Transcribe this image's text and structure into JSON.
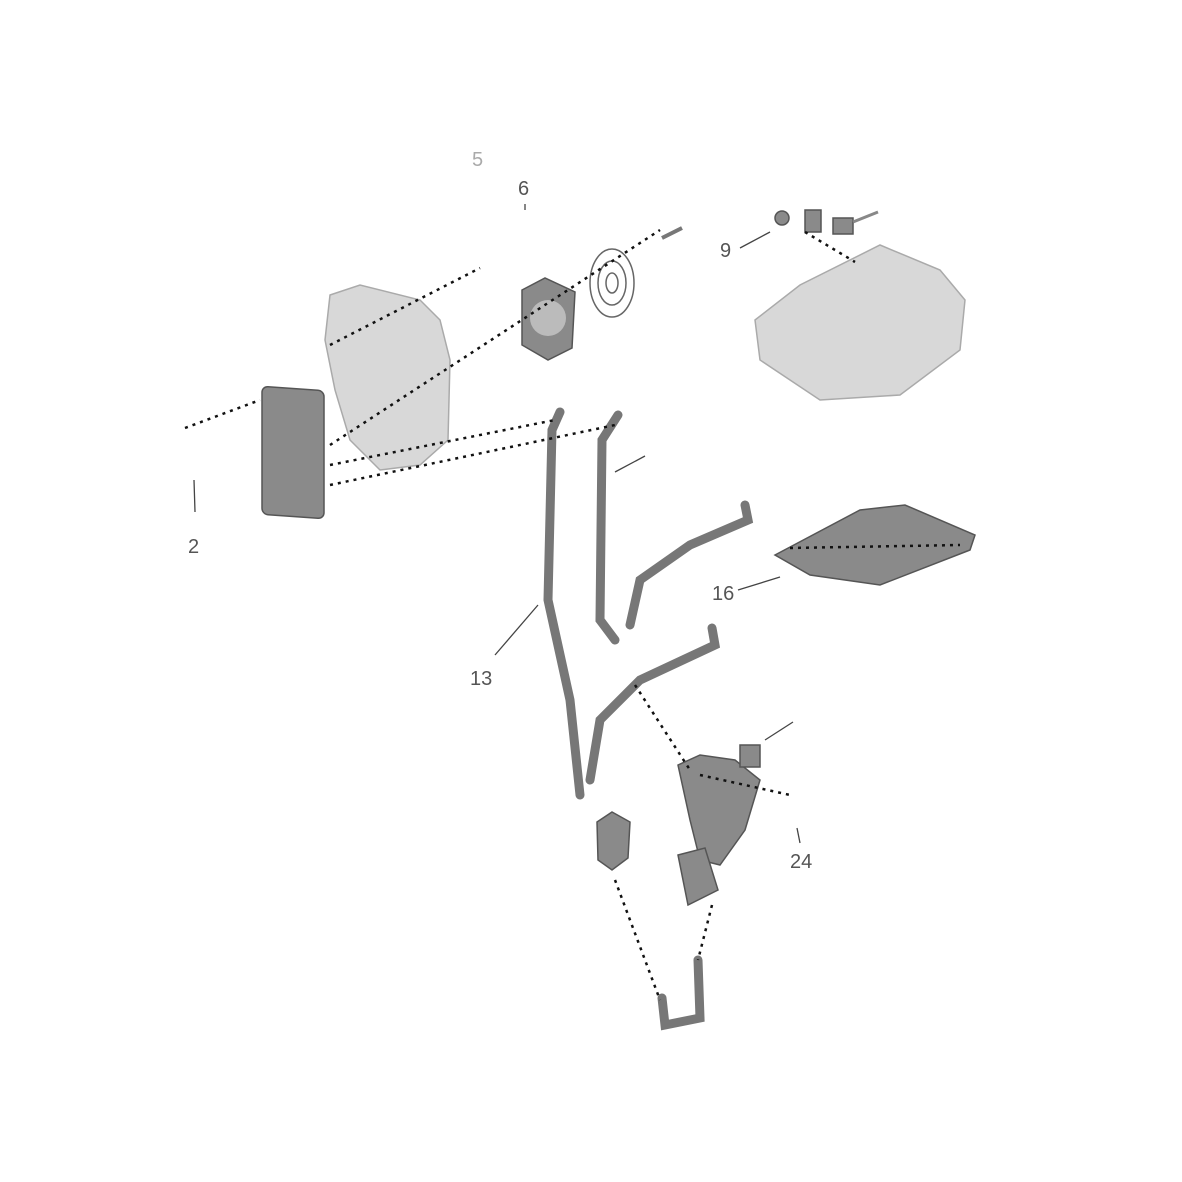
{
  "diagram": {
    "callouts": {
      "c2": "2",
      "c5": "5",
      "c6": "6",
      "c9": "9",
      "c13": "13",
      "c16": "16",
      "c24": "24"
    }
  }
}
